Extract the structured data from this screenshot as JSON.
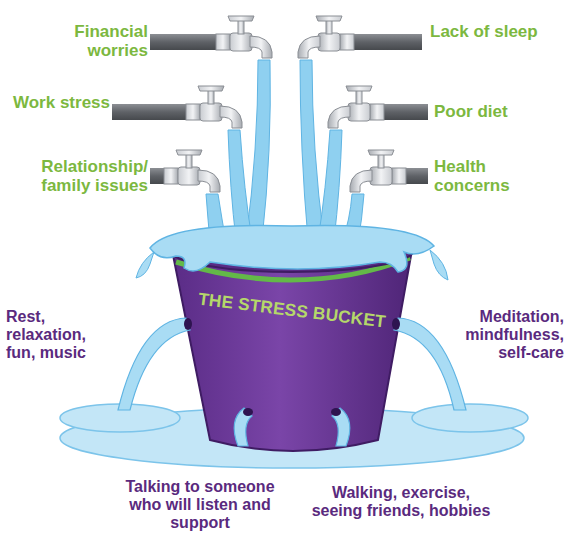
{
  "diagram": {
    "nodes": [
      {
        "text": [
          "THE STRESS BUCKET"
        ]
      }
    ],
    "labels": [
      "Financial worries",
      "Lack of sleep",
      "Work stress",
      "Poor diet",
      "Relationship/ family issues",
      "Health concerns",
      "Rest, relaxation, fun, music",
      "Meditation, mindfulness, self-care",
      "Talking to someone who will listen and support",
      "Walking, exercise, seeing friends, hobbies"
    ]
  }
}
